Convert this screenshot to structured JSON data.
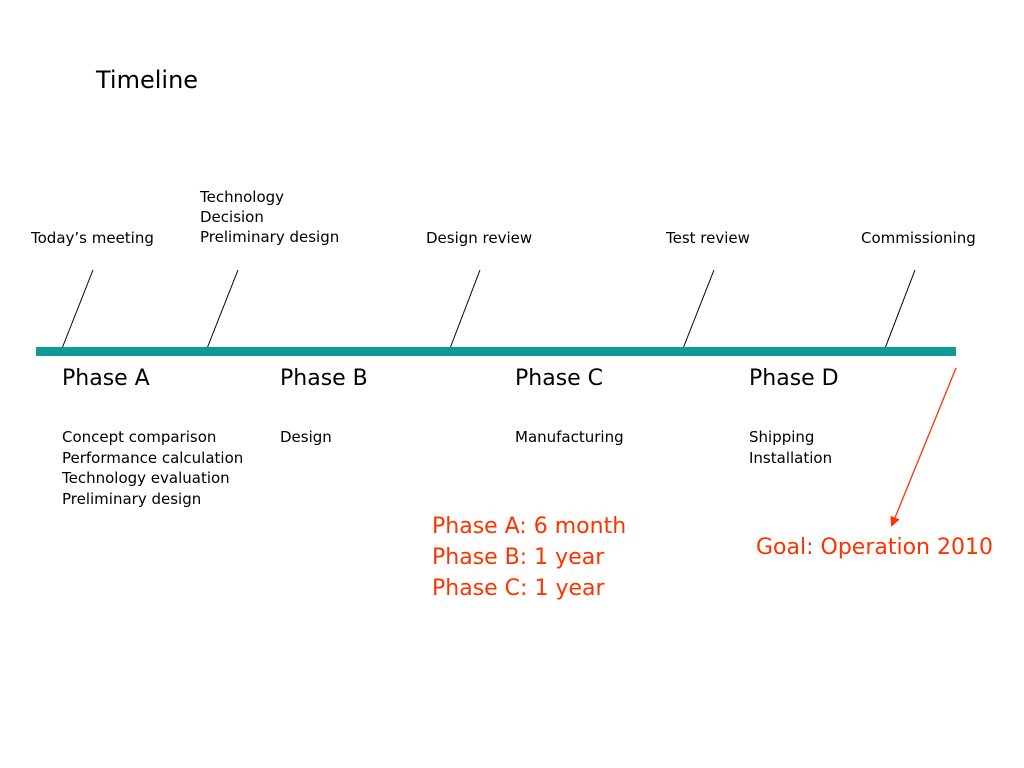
{
  "title": "Timeline",
  "milestones": [
    {
      "lines": [
        "Today’s meeting"
      ]
    },
    {
      "lines": [
        "Technology",
        "Decision",
        "Preliminary design"
      ]
    },
    {
      "lines": [
        "Design review"
      ]
    },
    {
      "lines": [
        "Test review"
      ]
    },
    {
      "lines": [
        "Commissioning"
      ]
    }
  ],
  "phases": [
    {
      "label": "Phase A",
      "tasks": [
        "Concept comparison",
        "Performance calculation",
        "Technology evaluation",
        "Preliminary design"
      ]
    },
    {
      "label": "Phase B",
      "tasks": [
        "Design"
      ]
    },
    {
      "label": "Phase C",
      "tasks": [
        "Manufacturing"
      ]
    },
    {
      "label": "Phase D",
      "tasks": [
        "Shipping",
        "Installation"
      ]
    }
  ],
  "durations": [
    "Phase A: 6 month",
    "Phase B: 1 year",
    "Phase C: 1 year"
  ],
  "goal": "Goal: Operation 2010",
  "colors": {
    "timeline_bar": "#0f9a9a",
    "accent": "#ff3300",
    "text": "#000000"
  }
}
